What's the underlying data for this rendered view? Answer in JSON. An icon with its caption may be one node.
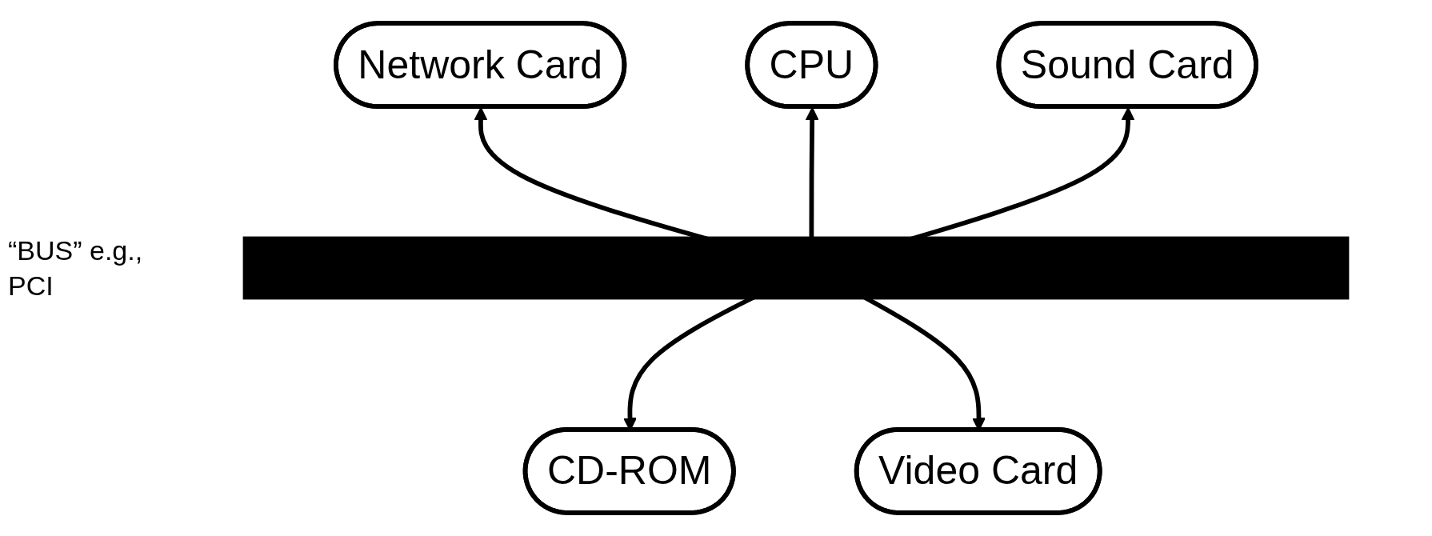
{
  "diagram": {
    "nodes": [
      {
        "text": [
          "Network Card"
        ]
      },
      {
        "text": [
          "CPU"
        ]
      },
      {
        "text": [
          "Sound Card"
        ]
      },
      {
        "text": [],
        "shape": "bar",
        "beside": [
          "“BUS” e.g., PCI"
        ]
      },
      {
        "text": [
          "CD-ROM"
        ]
      },
      {
        "text": [
          "Video Card"
        ]
      }
    ],
    "edges": [
      {
        "from": 3,
        "to": 0,
        "arrow": "to"
      },
      {
        "from": 3,
        "to": 1,
        "arrow": "to"
      },
      {
        "from": 3,
        "to": 2,
        "arrow": "to"
      },
      {
        "from": 3,
        "to": 4,
        "arrow": "to"
      },
      {
        "from": 3,
        "to": 5,
        "arrow": "to"
      }
    ]
  }
}
